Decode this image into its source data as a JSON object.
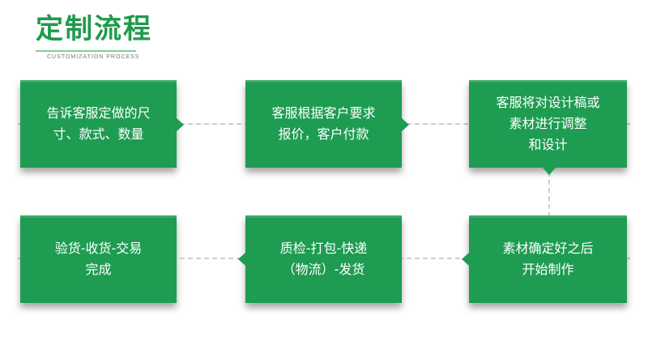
{
  "header": {
    "title": "定制流程",
    "subtitle": "CUSTOMIZATION PROCESS"
  },
  "steps": [
    {
      "line1": "告诉客服定做的尺",
      "line2": "寸、款式、数量",
      "line3": ""
    },
    {
      "line1": "客服根据客户要求",
      "line2": "报价，客户付款",
      "line3": ""
    },
    {
      "line1": "客服将对设计稿或",
      "line2": "素材进行调整",
      "line3": "和设计"
    },
    {
      "line1": "素材确定好之后",
      "line2": "开始制作",
      "line3": ""
    },
    {
      "line1": "质检-打包-快递",
      "line2": "（物流）-发货",
      "line3": ""
    },
    {
      "line1": "验货-收货-交易",
      "line2": "完成",
      "line3": ""
    }
  ],
  "colors": {
    "accent": "#1e9c52",
    "title": "#1f9a4c",
    "connector": "#cfcfcf"
  }
}
